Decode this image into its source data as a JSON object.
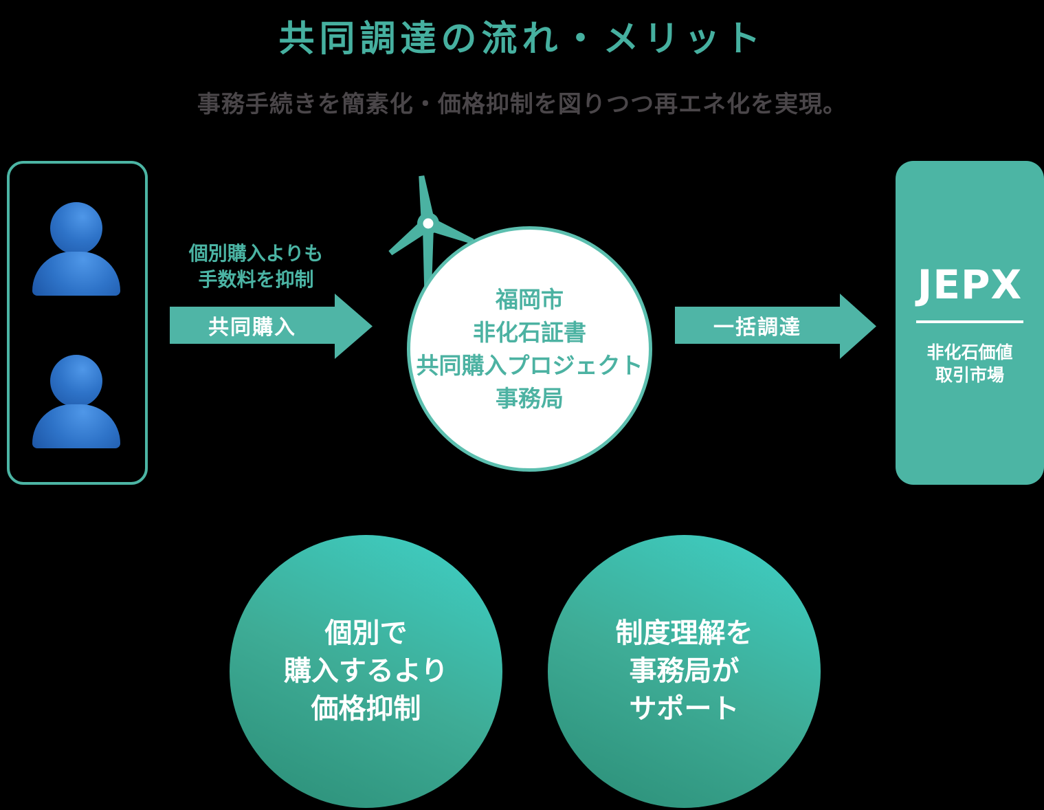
{
  "colors": {
    "background": "#000000",
    "accent_teal": "#4CB5A4",
    "title_teal": "#46B0A0",
    "subtitle_gray": "#4A4649",
    "circle_border_teal": "#5CBFAF",
    "person_blue": "#2E73C8",
    "benefit_gradient_start": "#3FD1C7",
    "benefit_gradient_end": "#2B8D76",
    "arrow_label_white": "#FFFFFF"
  },
  "header": {
    "title": "共同調達の流れ・メリット",
    "subtitle": "事務手続きを簡素化・価格抑制を図りつつ再エネ化を実現。"
  },
  "flow": {
    "purchase_note_line1": "個別購入よりも",
    "purchase_note_line2": "手数料を抑制",
    "purchase_arrow_label": "共同購入",
    "office_line1": "福岡市",
    "office_line2": "非化石証書",
    "office_line3": "共同購入プロジェクト",
    "office_line4": "事務局",
    "procurement_arrow_label": "一括調達",
    "jepx_title": "JEPX",
    "jepx_sub_line1": "非化石価値",
    "jepx_sub_line2": "取引市場"
  },
  "benefits": {
    "price_line1": "個別で",
    "price_line2": "購入するより",
    "price_line3": "価格抑制",
    "support_line1": "制度理解を",
    "support_line2": "事務局が",
    "support_line3": "サポート"
  }
}
